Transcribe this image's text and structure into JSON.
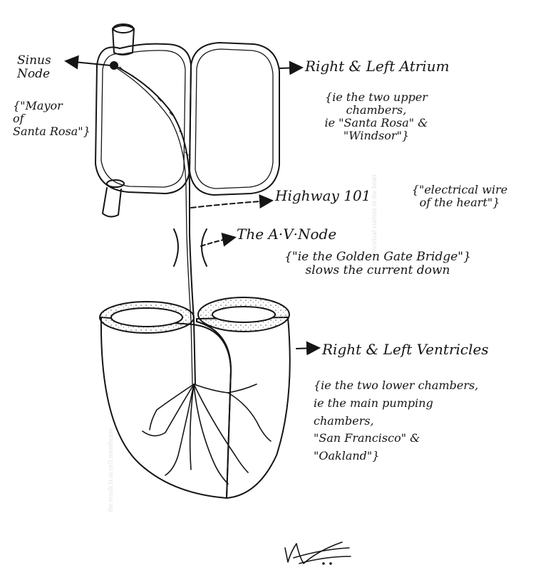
{
  "labels": {
    "sinus_node": "Sinus\nNode",
    "sinus_note": "{\"Mayor\nof\nSanta Rosa\"}",
    "atrium_title": "Right & Left Atrium",
    "atrium_note": "{ie the two upper chambers,\nie \"Santa Rosa\" &\n\"Windsor\"}",
    "highway_title": "Highway 101",
    "highway_note": "{\"electrical wire\nof the heart\"}",
    "av_title": "The A·V·Node",
    "av_note": "{\"ie the Golden Gate Bridge\"}\nslows the current down",
    "ventricles_title": "Right & Left Ventricles",
    "ventricles_note": "{ie the two lower chambers,\nie the main pumping\nchambers,\n\"San Francisco\" &\n\"Oakland\"}"
  },
  "colors": {
    "ink": "#151515",
    "paper": "#ffffff",
    "show_through": "#e2e2e2"
  }
}
